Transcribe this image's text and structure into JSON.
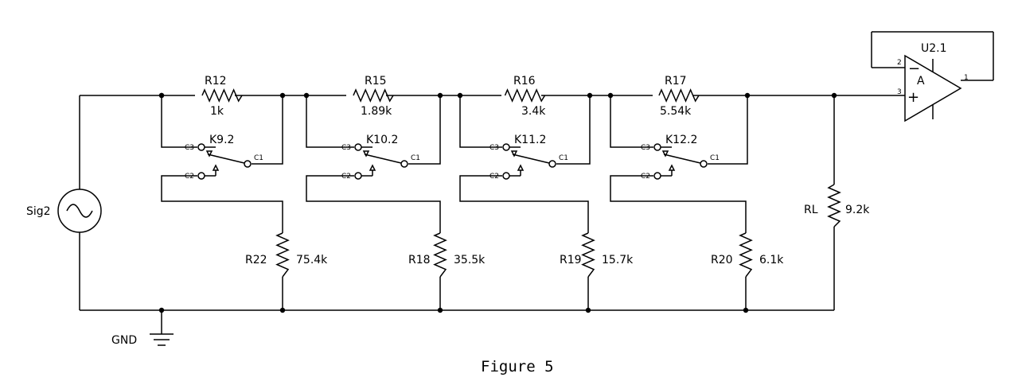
{
  "figure_caption": "Figure 5",
  "source": {
    "label": "Sig2"
  },
  "ground": {
    "label": "GND"
  },
  "load": {
    "label": "RL",
    "value": "9.2k"
  },
  "opamp": {
    "label": "U2.1",
    "inner": "A",
    "minus": "−",
    "plus": "+",
    "pin_minus": "2",
    "pin_plus": "3",
    "pin_out": "1"
  },
  "stages": [
    {
      "series": {
        "label": "R12",
        "value": "1k"
      },
      "relay": {
        "label": "K9.2",
        "c1": "C1",
        "c2": "C2",
        "c3": "C3"
      },
      "shunt": {
        "label": "R22",
        "value": "75.4k"
      }
    },
    {
      "series": {
        "label": "R15",
        "value": "1.89k"
      },
      "relay": {
        "label": "K10.2",
        "c1": "C1",
        "c2": "C2",
        "c3": "C3"
      },
      "shunt": {
        "label": "R18",
        "value": "35.5k"
      }
    },
    {
      "series": {
        "label": "R16",
        "value": "3.4k"
      },
      "relay": {
        "label": "K11.2",
        "c1": "C1",
        "c2": "C2",
        "c3": "C3"
      },
      "shunt": {
        "label": "R19",
        "value": "15.7k"
      }
    },
    {
      "series": {
        "label": "R17",
        "value": "5.54k"
      },
      "relay": {
        "label": "K12.2",
        "c1": "C1",
        "c2": "C2",
        "c3": "C3"
      },
      "shunt": {
        "label": "R20",
        "value": "6.1k"
      }
    }
  ]
}
